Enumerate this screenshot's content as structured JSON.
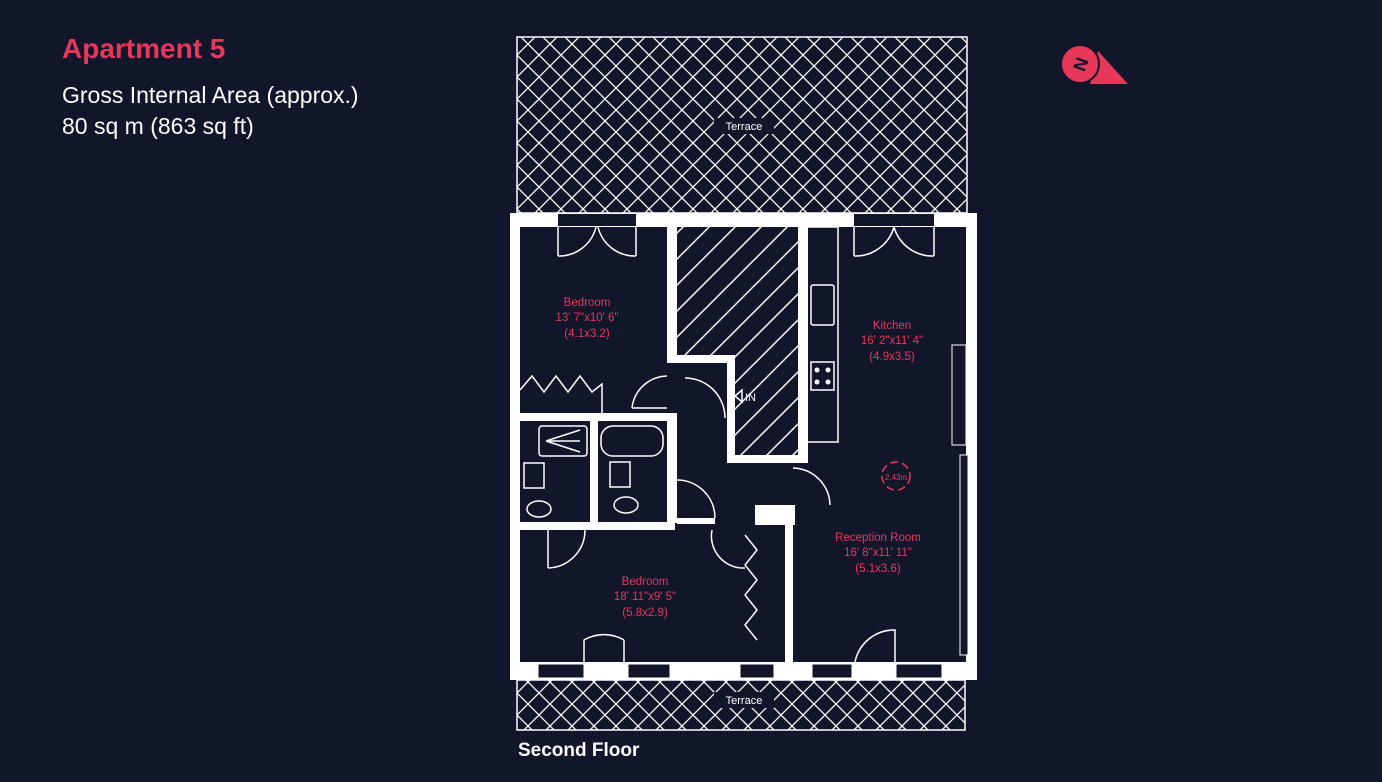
{
  "header": {
    "title": "Apartment 5",
    "area_label": "Gross Internal Area (approx.)",
    "area_value": "80 sq m (863 sq ft)"
  },
  "floor_label": "Second Floor",
  "compass": {
    "icon": "north-compass-icon",
    "letter": "N",
    "color": "#e8385a"
  },
  "colors": {
    "background": "#12162b",
    "accent": "#e8385a",
    "lines": "#ffffff"
  },
  "rooms": {
    "bedroom1": {
      "name": "Bedroom",
      "imperial": "13' 7\"x10' 6\"",
      "metric": "(4.1x3.2)"
    },
    "kitchen": {
      "name": "Kitchen",
      "imperial": "16' 2\"x11' 4\"",
      "metric": "(4.9x3.5)"
    },
    "reception": {
      "name": "Reception Room",
      "imperial": "16' 8\"x11' 11\"",
      "metric": "(5.1x3.6)"
    },
    "bedroom2": {
      "name": "Bedroom",
      "imperial": "18' 11\"x9' 5\"",
      "metric": "(5.8x2.9)"
    },
    "terrace_top": "Terrace",
    "terrace_bottom": "Terrace"
  },
  "annotations": {
    "entrance": "IN",
    "ceiling_height": "2.43m"
  }
}
